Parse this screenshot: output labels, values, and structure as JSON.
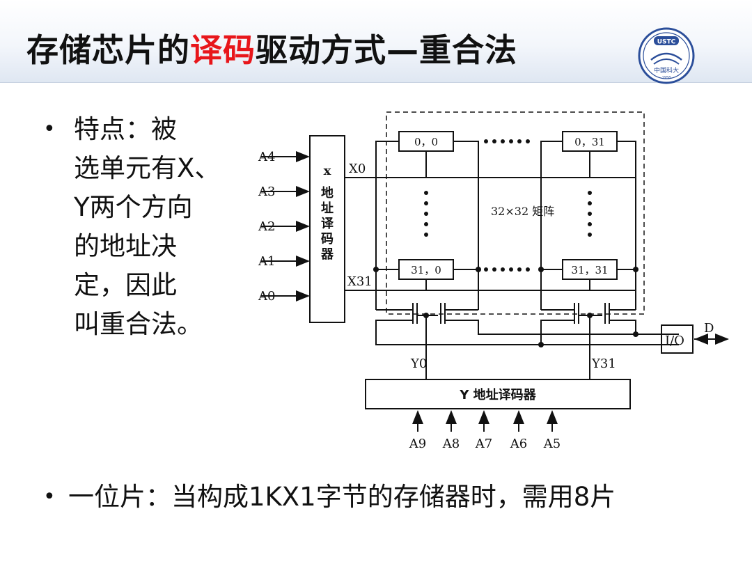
{
  "title": {
    "part1": "存储芯片的",
    "highlight": "译码",
    "part2": "驱动方式—重合法",
    "highlight_color": "#e8161b"
  },
  "logo": {
    "text": "USTC",
    "subtext": "中国科大",
    "year": "1958"
  },
  "bullets": [
    {
      "lines": [
        "特点：被",
        "选单元有X、",
        "Y两个方向",
        "的地址决",
        "定，因此",
        "叫重合法。"
      ]
    },
    {
      "text": "一位片：当构成1KX1字节的存储器时，需用8片"
    }
  ],
  "diagram": {
    "cells": {
      "top_left": "0，0",
      "top_right": "0，31",
      "bottom_left": "31，0",
      "bottom_right": "31，31"
    },
    "matrix_label": "32×32 矩阵",
    "x_decoder": {
      "chars": [
        "x",
        "地",
        "址",
        "译",
        "码",
        "器"
      ]
    },
    "x_inputs": [
      "A4",
      "A3",
      "A2",
      "A1",
      "A0"
    ],
    "x_outputs": [
      "X0",
      "X31"
    ],
    "y_outputs": [
      "Y0",
      "Y31"
    ],
    "y_decoder_label": "Y 地址译码器",
    "y_inputs": [
      "A9",
      "A8",
      "A7",
      "A6",
      "A5"
    ],
    "io_label": "I/O",
    "data_label": "D"
  }
}
